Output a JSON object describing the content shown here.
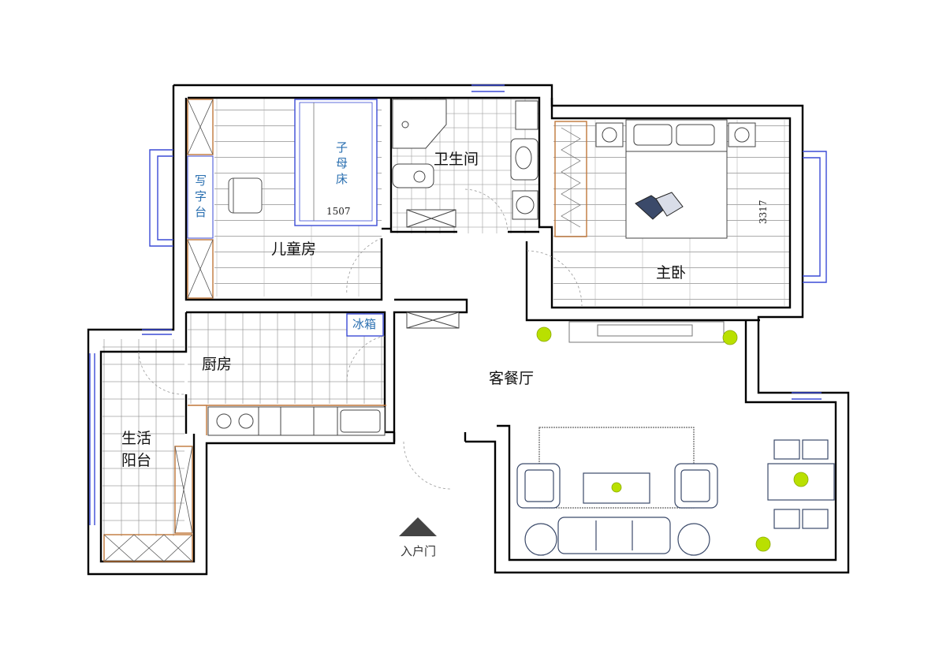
{
  "rooms": {
    "kids_room": "儿童房",
    "bathroom": "卫生间",
    "master_bedroom": "主卧",
    "kitchen": "厨房",
    "living_dining": "客餐厅",
    "balcony_line1": "生活",
    "balcony_line2": "阳台"
  },
  "furniture": {
    "desk_chars": [
      "写",
      "字",
      "台"
    ],
    "bunk_bed_chars": [
      "子",
      "母",
      "床"
    ],
    "fridge": "冰箱"
  },
  "dimensions": {
    "bed_width": "1507",
    "master_width": "3317"
  },
  "entrance": {
    "label": "入户门"
  },
  "colors": {
    "wall": "#000000",
    "window": "#3b4bd6",
    "cabinet": "#c0773a",
    "text_blue": "#2a6fb0",
    "plant": "#b9e000",
    "floor_line": "#9a9a9a"
  }
}
